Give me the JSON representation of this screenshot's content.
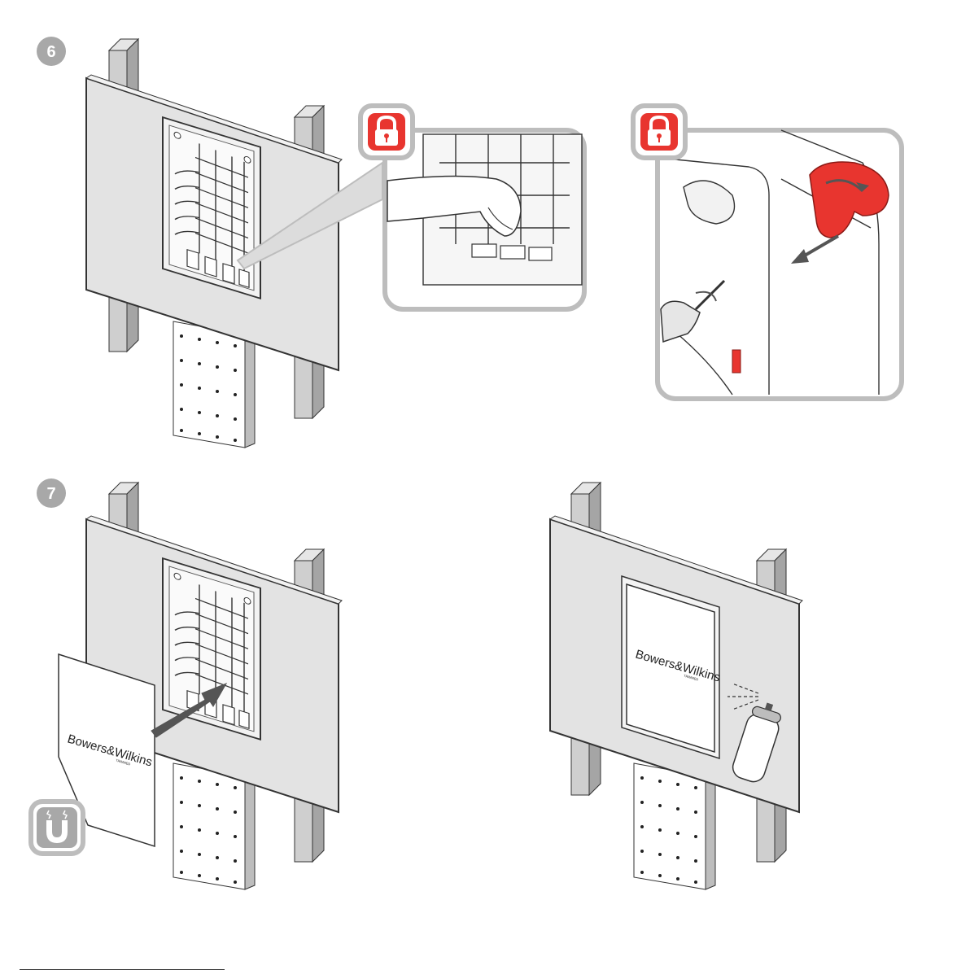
{
  "colors": {
    "wall": "#e3e3e3",
    "wall_edge": "#333333",
    "stud": "#c8c8c8",
    "stud_side": "#9a9a9a",
    "lock_red": "#e8352f",
    "callout_border": "#bdbdbd",
    "step_badge": "#a8a8a8",
    "arrow": "#555555"
  },
  "steps": [
    {
      "number": "6"
    },
    {
      "number": "7"
    }
  ],
  "brand": {
    "name": "Bowers&Wilkins",
    "sub": "TRIMMED"
  },
  "icons": [
    "lock-icon",
    "lock-icon",
    "magnet-icon",
    "spray-can-icon",
    "screwdriver-icon",
    "hand-icon"
  ]
}
